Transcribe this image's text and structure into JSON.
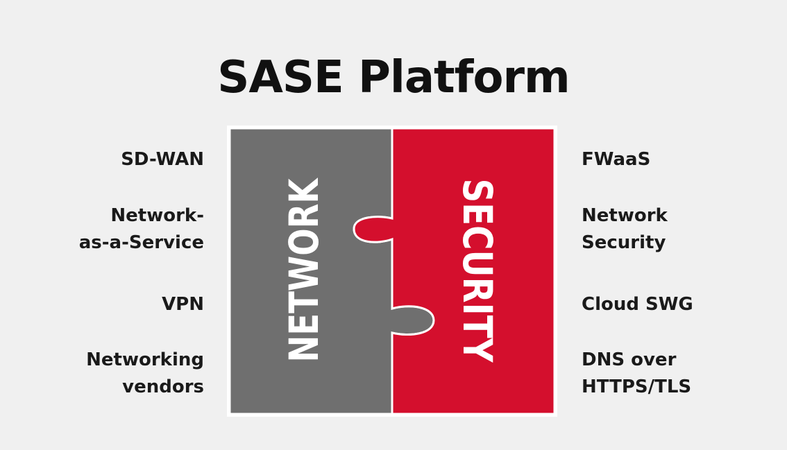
{
  "title": "SASE Platform",
  "colors": {
    "background": "#f0f0f0",
    "network_piece": "#6f6f6f",
    "security_piece": "#d40f2d",
    "piece_text": "#ffffff",
    "border": "#ffffff"
  },
  "puzzle": {
    "network_label": "NETWORK",
    "security_label": "SECURITY"
  },
  "network_items": [
    {
      "lines": [
        "SD-WAN"
      ]
    },
    {
      "lines": [
        "Network-",
        "as-a-Service"
      ]
    },
    {
      "lines": [
        "VPN"
      ]
    },
    {
      "lines": [
        "Networking",
        "vendors"
      ]
    }
  ],
  "security_items": [
    {
      "lines": [
        "FWaaS"
      ]
    },
    {
      "lines": [
        "Network",
        "Security"
      ]
    },
    {
      "lines": [
        "Cloud SWG"
      ]
    },
    {
      "lines": [
        "DNS over",
        "HTTPS/TLS"
      ]
    }
  ]
}
